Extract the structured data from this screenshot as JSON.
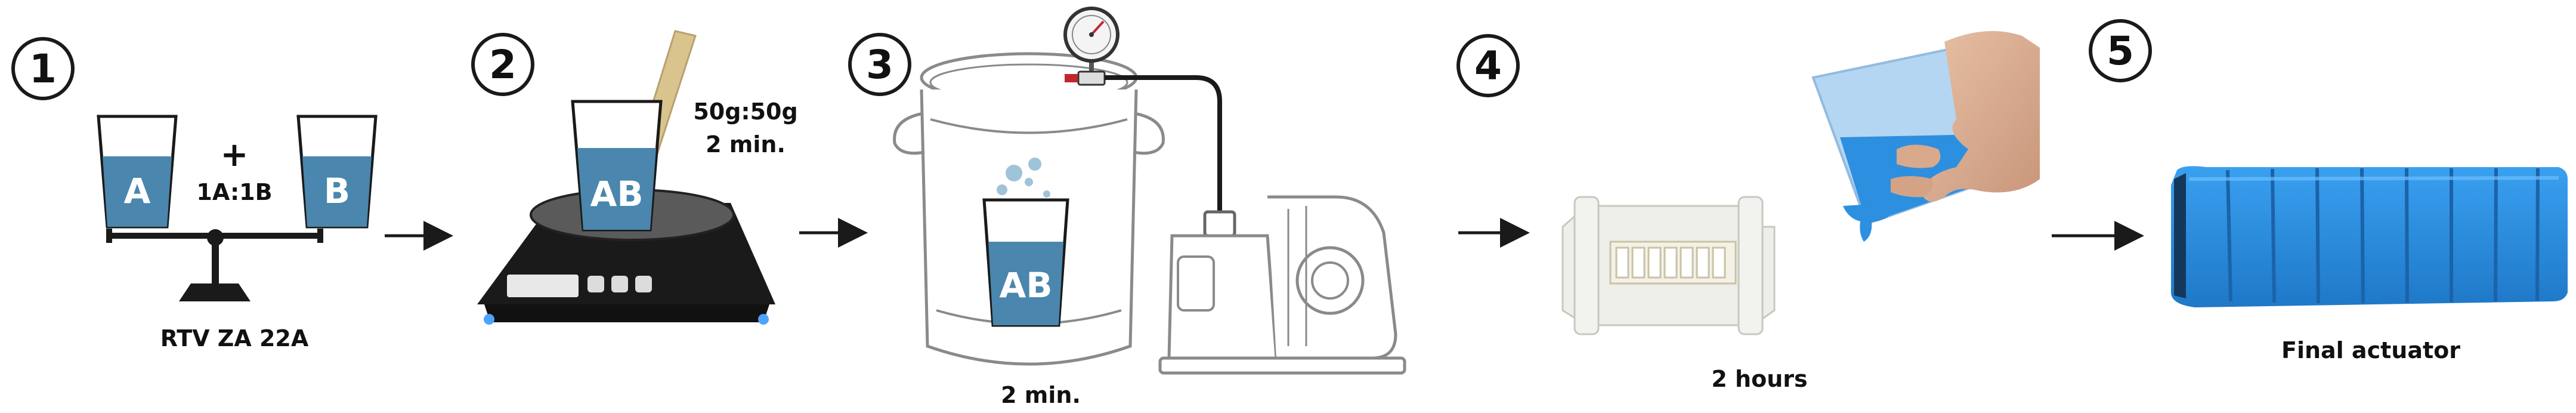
{
  "steps": [
    {
      "number": "1",
      "caption": "RTV ZA 22A",
      "plus": "+",
      "ratio": "1A:1B",
      "cup_a": "A",
      "cup_b": "B"
    },
    {
      "number": "2",
      "annotation_line1": "50g:50g",
      "annotation_line2": "2 min.",
      "cup_label": "AB"
    },
    {
      "number": "3",
      "caption": "2 min.",
      "cup_label": "AB"
    },
    {
      "number": "4",
      "caption": "2 hours"
    },
    {
      "number": "5",
      "caption": "Final actuator"
    }
  ],
  "colors": {
    "liquid_blue": "#4a86ad",
    "silicone_blue": "#2d8fe0",
    "outline": "#1a1a1a",
    "gray_line": "#8a8a8a"
  }
}
